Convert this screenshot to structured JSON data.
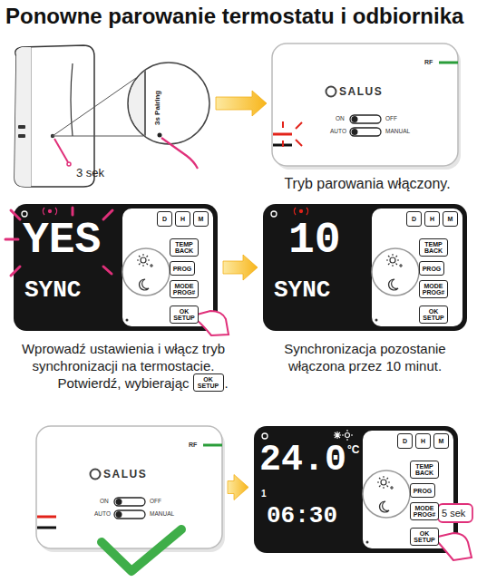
{
  "diagram": {
    "title": "Ponowne parowanie termostatu i odbiornika",
    "nodes": [
      {
        "text": [
          "3s Pairing"
        ]
      },
      {
        "text": [
          "SALUS",
          "RF",
          "ON",
          "OFF",
          "AUTO",
          "MANUAL"
        ]
      },
      {
        "text": [
          "YES",
          "SYNC"
        ]
      },
      {
        "text": [
          "D"
        ],
        "in": 2
      },
      {
        "text": [
          "H"
        ],
        "in": 2
      },
      {
        "text": [
          "M"
        ],
        "in": 2
      },
      {
        "text": [
          "TEMP BACK"
        ],
        "in": 2
      },
      {
        "text": [
          "PROG"
        ],
        "in": 2
      },
      {
        "text": [
          "MODE PROG#"
        ],
        "in": 2
      },
      {
        "text": [
          "OK SETUP"
        ],
        "in": 2
      },
      {
        "text": [
          "10",
          "SYNC"
        ]
      },
      {
        "text": [
          "D"
        ],
        "in": 10
      },
      {
        "text": [
          "H"
        ],
        "in": 10
      },
      {
        "text": [
          "M"
        ],
        "in": 10
      },
      {
        "text": [
          "TEMP BACK"
        ],
        "in": 10
      },
      {
        "text": [
          "PROG"
        ],
        "in": 10
      },
      {
        "text": [
          "MODE PROG#"
        ],
        "in": 10
      },
      {
        "text": [
          "OK SETUP"
        ],
        "in": 10
      },
      {
        "text": [
          "OK SETUP"
        ]
      },
      {
        "text": [
          "SALUS",
          "RF",
          "ON",
          "OFF",
          "AUTO",
          "MANUAL"
        ]
      },
      {
        "text": [
          "24.0",
          "°C",
          "1",
          "06:30"
        ]
      },
      {
        "text": [
          "D"
        ],
        "in": 20
      },
      {
        "text": [
          "H"
        ],
        "in": 20
      },
      {
        "text": [
          "M"
        ],
        "in": 20
      },
      {
        "text": [
          "TEMP BACK"
        ],
        "in": 20
      },
      {
        "text": [
          "PROG"
        ],
        "in": 20
      },
      {
        "text": [
          "MODE PROG#"
        ],
        "in": 20
      },
      {
        "text": [
          "OK SETUP"
        ],
        "in": 20
      }
    ],
    "edges": [
      {
        "from": 0,
        "to": 1,
        "arrow": "to"
      },
      {
        "from": 2,
        "to": 10,
        "arrow": "to"
      },
      {
        "from": 19,
        "to": 20,
        "arrow": "to"
      }
    ],
    "labels": [
      "3 sek",
      "Tryb parowania włączony.",
      "Wprowadź ustawienia i włącz tryb synchronizacji na termostacie. Potwierdź, wybierając",
      ".",
      "Synchronizacja pozostanie włączona przez 10 minut.",
      "5 sek"
    ]
  }
}
